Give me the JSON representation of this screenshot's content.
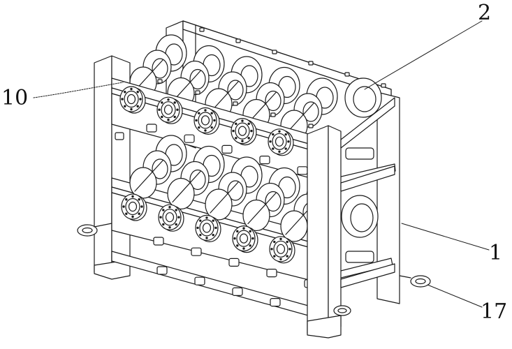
{
  "callouts": {
    "c10": "10",
    "c2": "2",
    "c1": "1",
    "c17": "17"
  },
  "colors": {
    "stroke": "#1a1a1a",
    "fill": "#ffffff"
  },
  "figure": {
    "upper_row_count": 5,
    "lower_row_count": 5
  }
}
